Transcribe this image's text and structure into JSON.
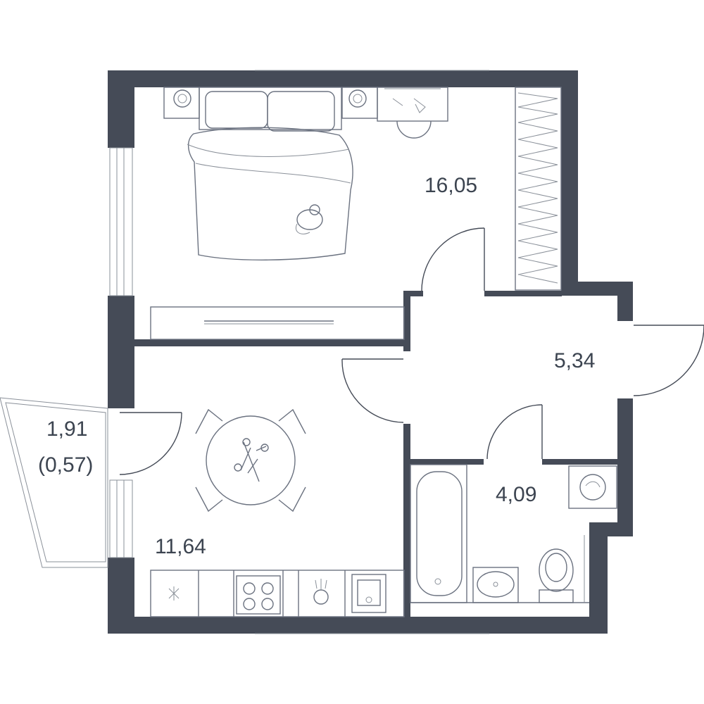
{
  "colors": {
    "wall": "#454b57",
    "text": "#3c4450",
    "fixture": "#6b7280"
  },
  "rooms": {
    "bedroom": {
      "area": "16,05"
    },
    "hall": {
      "area": "5,34"
    },
    "bathroom": {
      "area": "4,09"
    },
    "kitchen": {
      "area": "11,64"
    },
    "balcony": {
      "area": "1,91",
      "area_reduced": "(0,57)"
    }
  },
  "icons": [
    "bed-icon",
    "pillow-icon",
    "nightstand-icon",
    "lamp-icon",
    "desk-icon",
    "chair-icon",
    "cat-icon",
    "wardrobe-icon",
    "tv-stand-icon",
    "dining-table-icon",
    "flower-vase-icon",
    "bathtub-icon",
    "washbasin-icon",
    "toilet-icon",
    "washing-machine-icon",
    "stove-icon",
    "sink-icon",
    "kettle-icon"
  ]
}
